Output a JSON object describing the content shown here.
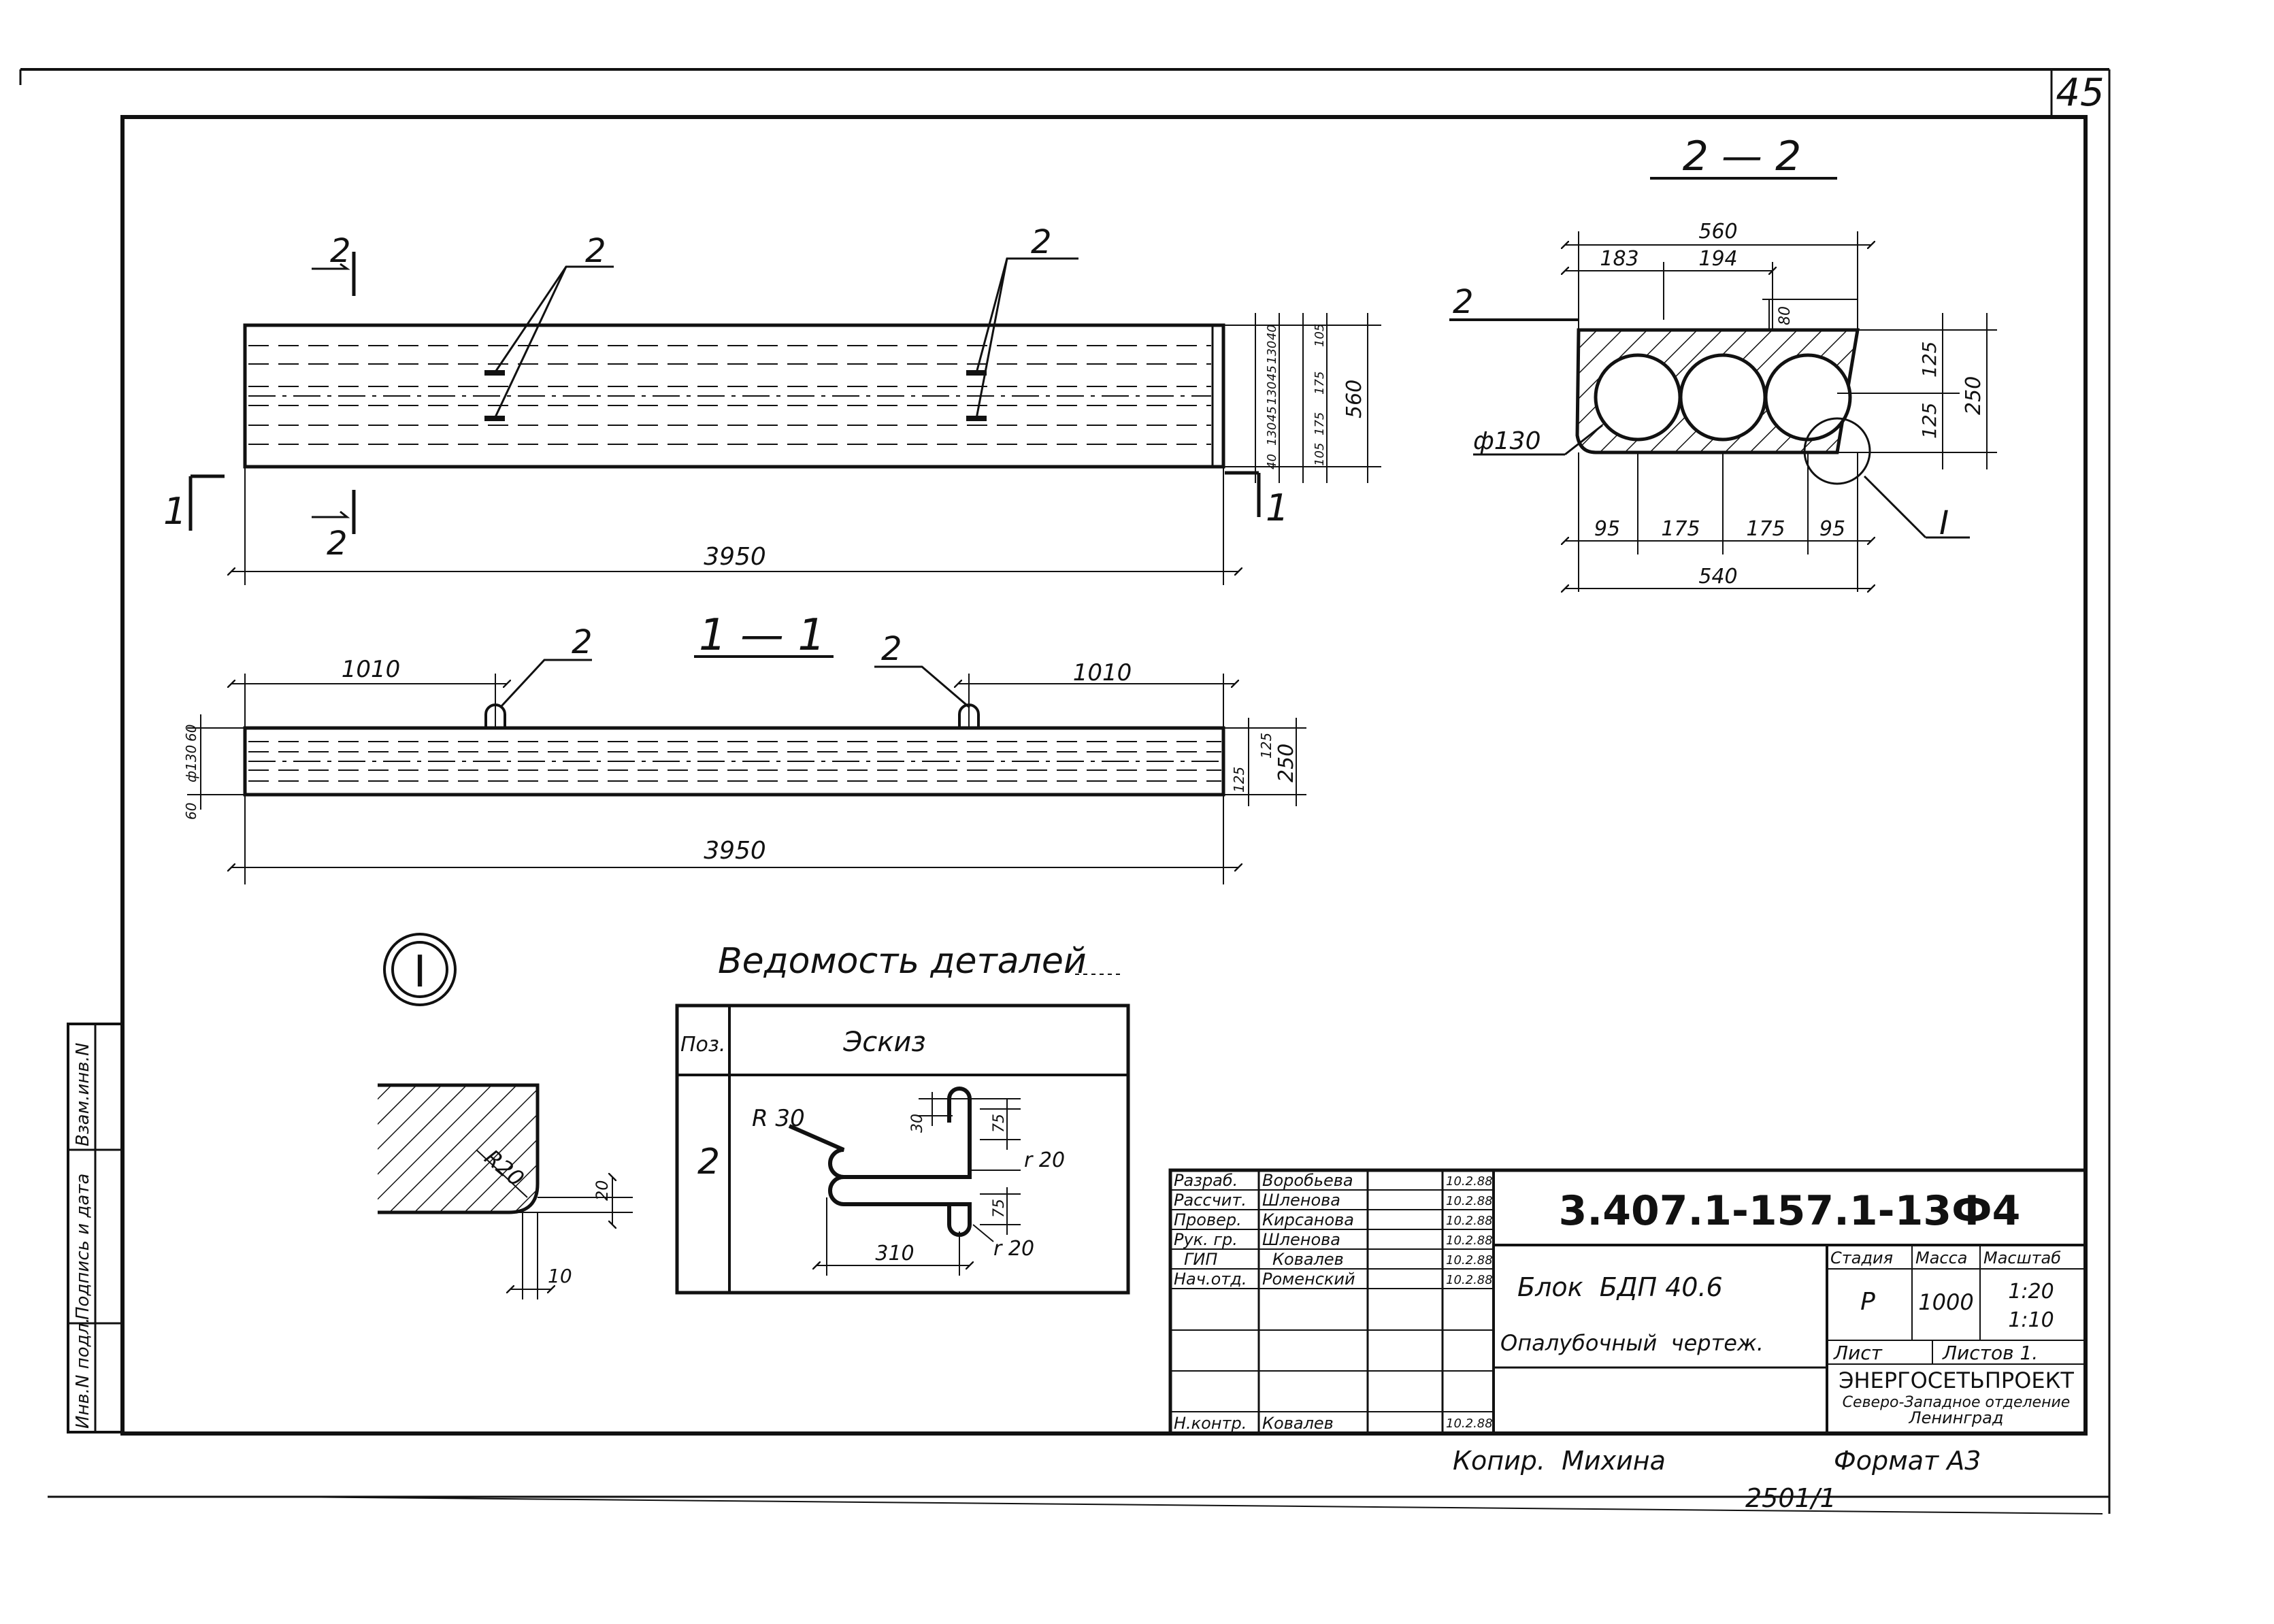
{
  "sheet_number": "45",
  "side_stamp": [
    "Инв.N подл.",
    "Подпись и дата",
    "Взам.инв.N"
  ],
  "elevation": {
    "cut_mark": "2",
    "section_mark": "1",
    "callout_left": "2",
    "callout_right": "2",
    "length": "3950",
    "dims_stack_a": [
      "40",
      "130",
      "45",
      "130",
      "45",
      "130",
      "40"
    ],
    "dims_stack_b": [
      "105",
      "175",
      "175",
      "105"
    ],
    "height": "560"
  },
  "section_11": {
    "title": "1 — 1",
    "callout_left": "2",
    "callout_right": "2",
    "offset_left": "1010",
    "offset_right": "1010",
    "length": "3950",
    "dims_left": [
      "60",
      "ф130",
      "60"
    ],
    "dims_right": [
      "125",
      "125"
    ],
    "height": "250"
  },
  "section_22": {
    "title": "2 — 2",
    "cut_mark": "2",
    "top_width": "560",
    "top_left": "183",
    "top_mid": "194",
    "top_step": "80",
    "hole_dia": "ф130",
    "dims_bottom": [
      "95",
      "175",
      "175",
      "95"
    ],
    "bottom_width": "540",
    "right_dims": [
      "125",
      "125"
    ],
    "height": "250",
    "detail_mark": "I"
  },
  "detail_1": {
    "mark": "I",
    "radius": "R20",
    "dim_v": "20",
    "dim_h": "10"
  },
  "schedule": {
    "title": "Ведомость деталей",
    "col_pos": "Поз.",
    "col_sketch": "Эскиз",
    "row_pos": "2",
    "r30": "R 30",
    "d30": "30",
    "d75a": "75",
    "r20a": "r 20",
    "d75b": "75",
    "r20b": "r 20",
    "d310": "310"
  },
  "title_block": {
    "roles": [
      "Разраб.",
      "Рассчит.",
      "Провер.",
      "Рук. гр.",
      "ГИП",
      "Нач.отд.",
      "",
      "",
      "",
      "Н.контр."
    ],
    "names": [
      "Воробьева",
      "Шленова",
      "Кирсанова",
      "Шленова",
      "Ковалев",
      "Роменский",
      "",
      "",
      "",
      "Ковалев"
    ],
    "dates": [
      "10.2.88",
      "10.2.88",
      "10.2.88",
      "10.2.88",
      "10.2.88",
      "10.2.88",
      "",
      "",
      "",
      "10.2.88"
    ],
    "designation": "3.407.1-157.1-13Ф4",
    "product_name": "Блок  БДП 40.6",
    "drawing_type": "Опалубочный  чертеж.",
    "stage_label": "Стадия",
    "mass_label": "Масса",
    "scale_label": "Масштаб",
    "stage": "Р",
    "mass": "1000",
    "scale_1": "1:20",
    "scale_2": "1:10",
    "sheet_label": "Лист",
    "sheets_label": "Листов 1.",
    "org_1": "ЭНЕРГОСЕТЬПРОЕКТ",
    "org_2": "Северо-Западное отделение",
    "org_3": "Ленинград"
  },
  "footer": {
    "copier": "Копир.  Михина",
    "format": "Формат А3",
    "order": "2501/1"
  }
}
